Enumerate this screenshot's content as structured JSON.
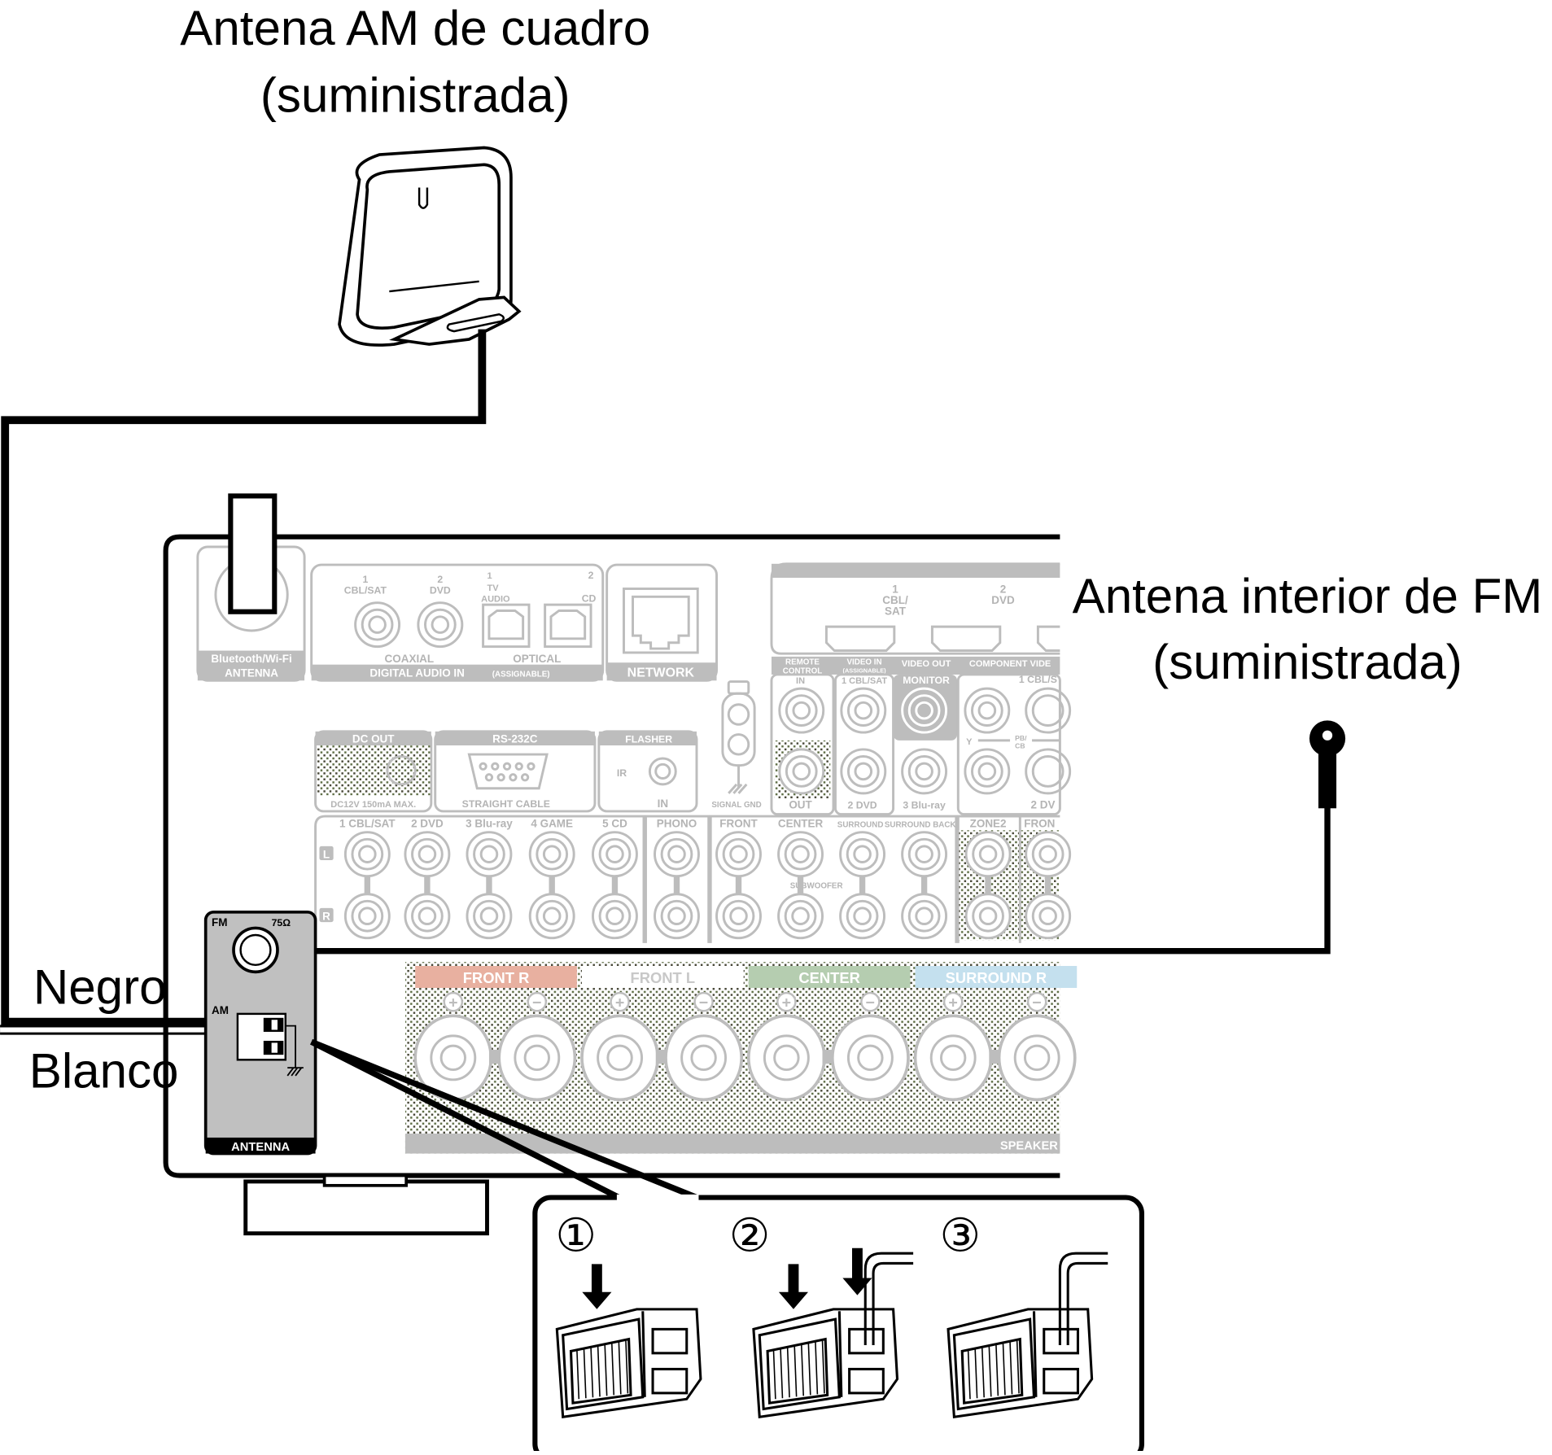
{
  "labels": {
    "am_antenna_line1": "Antena AM de cuadro",
    "am_antenna_line2": "(suministrada)",
    "fm_antenna_line1": "Antena interior de FM",
    "fm_antenna_line2": "(suministrada)",
    "wire_black": "Negro",
    "wire_white": "Blanco"
  },
  "receiver": {
    "bt_antenna": [
      "Bluetooth/Wi-Fi",
      "ANTENNA"
    ],
    "digital_audio": {
      "coax1_num": "1",
      "coax1": "CBL/SAT",
      "coax2_num": "2",
      "coax2": "DVD",
      "opt1_num": "1",
      "opt1_a": "TV",
      "opt1_b": "AUDIO",
      "opt2_num": "2",
      "opt2": "CD",
      "coaxial": "COAXIAL",
      "optical": "OPTICAL",
      "title": "DIGITAL AUDIO IN",
      "title_sub": "(ASSIGNABLE)"
    },
    "network": "NETWORK",
    "hdmi": {
      "in1_num": "1",
      "in1_a": "CBL/",
      "in1_b": "SAT",
      "in2_num": "2",
      "in2": "DVD"
    },
    "remote": {
      "title_a": "REMOTE",
      "title_b": "CONTROL",
      "in": "IN",
      "out": "OUT"
    },
    "video_in": {
      "title": "VIDEO IN",
      "sub": "(ASSIGNABLE)",
      "j1": "1 CBL/SAT",
      "j2": "2 DVD",
      "j3": "3 Blu-ray"
    },
    "video_out": {
      "title": "VIDEO OUT",
      "monitor": "MONITOR"
    },
    "component": {
      "title": "COMPONENT VIDE",
      "j1": "1 CBL/S",
      "y": "Y",
      "pb": "PB/",
      "cb": "CB",
      "j2": "2 DV"
    },
    "dc_out": {
      "title": "DC OUT",
      "spec": "DC12V 150mA MAX."
    },
    "rs232c": {
      "title": "RS-232C",
      "sub": "STRAIGHT CABLE"
    },
    "flasher": {
      "title": "FLASHER",
      "ir": "IR",
      "in": "IN"
    },
    "signal_gnd": "SIGNAL GND",
    "audio_in": [
      "1 CBL/SAT",
      "2 DVD",
      "3 Blu-ray",
      "4 GAME",
      "5 CD"
    ],
    "phono": "PHONO",
    "pre_out": [
      "FRONT",
      "CENTER",
      "SURROUND",
      "SURROUND BACK"
    ],
    "subwoofer": "SUBWOOFER",
    "zone2": "ZONE2",
    "front_partial": "FRON",
    "channel_l": "L",
    "channel_r": "R",
    "antenna_panel": {
      "fm": "FM",
      "ohm": "75Ω",
      "am": "AM",
      "title": "ANTENNA"
    },
    "speakers": {
      "groups": [
        {
          "name": "FRONT",
          "ch": "R",
          "color": "#e8b0a0"
        },
        {
          "name": "FRONT",
          "ch": "L",
          "color": "#ffffff"
        },
        {
          "name": "CENTER",
          "ch": "",
          "color": "#b5cdb0"
        },
        {
          "name": "SURROUND",
          "ch": "R",
          "color": "#c4e0ee"
        }
      ],
      "plus": "+",
      "minus": "−",
      "footer": "SPEAKER"
    }
  },
  "steps": [
    "①",
    "②",
    "③"
  ]
}
